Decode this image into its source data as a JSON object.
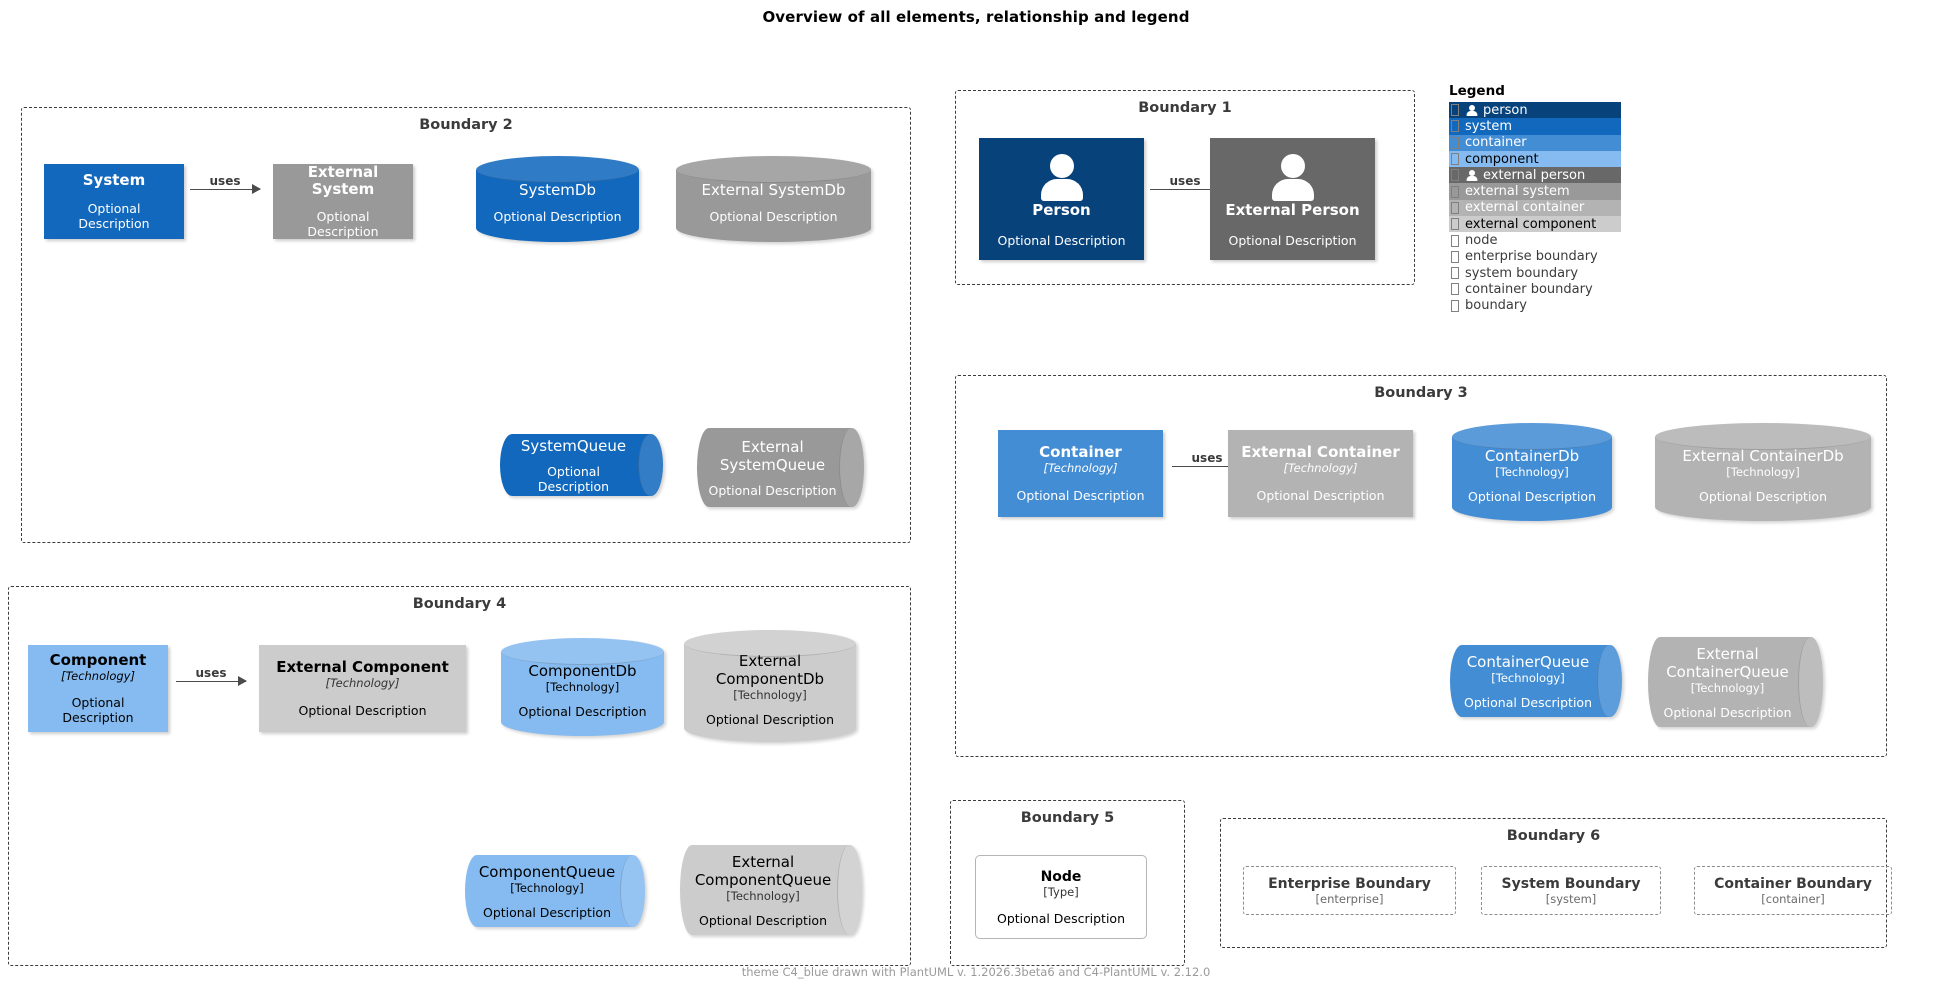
{
  "title": "Overview of all elements, relationship and legend",
  "footer": "theme C4_blue drawn with PlantUML v. 1.2026.3beta6 and C4-PlantUML v. 2.12.0",
  "labels": {
    "optional_description": "Optional Description",
    "technology": "[Technology]",
    "type": "[Type]",
    "uses": "uses"
  },
  "colors": {
    "person": "#08427b",
    "system": "#1168bd",
    "container": "#438dd5",
    "component": "#85bbf0",
    "external_person": "#686868",
    "external_system": "#999999",
    "external_container": "#b3b3b3",
    "external_component": "#cccccc",
    "boundary_line": "#3b3b3b",
    "relationship": "#4b4b4b",
    "footer_text": "#9a9a9a"
  },
  "boundaries": {
    "b1": {
      "title": "Boundary 1"
    },
    "b2": {
      "title": "Boundary 2"
    },
    "b3": {
      "title": "Boundary 3"
    },
    "b4": {
      "title": "Boundary 4"
    },
    "b5": {
      "title": "Boundary 5"
    },
    "b6": {
      "title": "Boundary 6"
    }
  },
  "elements": {
    "person": {
      "name": "Person",
      "desc": "Optional Description"
    },
    "external_person": {
      "name": "External Person",
      "desc": "Optional Description"
    },
    "system": {
      "name": "System",
      "desc": "Optional Description"
    },
    "external_system": {
      "name": "External System",
      "desc": "Optional Description"
    },
    "system_db": {
      "name": "SystemDb",
      "desc": "Optional Description"
    },
    "external_system_db": {
      "name": "External SystemDb",
      "desc": "Optional Description"
    },
    "system_queue": {
      "name": "SystemQueue",
      "desc": "Optional Description"
    },
    "external_system_queue": {
      "name": "External\nSystemQueue",
      "desc": "Optional Description"
    },
    "container": {
      "name": "Container",
      "tech": "[Technology]",
      "desc": "Optional Description"
    },
    "external_container": {
      "name": "External Container",
      "tech": "[Technology]",
      "desc": "Optional Description"
    },
    "container_db": {
      "name": "ContainerDb",
      "tech": "[Technology]",
      "desc": "Optional Description"
    },
    "external_container_db": {
      "name": "External ContainerDb",
      "tech": "[Technology]",
      "desc": "Optional Description"
    },
    "container_queue": {
      "name": "ContainerQueue",
      "tech": "[Technology]",
      "desc": "Optional Description"
    },
    "external_container_queue": {
      "name": "External\nContainerQueue",
      "tech": "[Technology]",
      "desc": "Optional Description"
    },
    "component": {
      "name": "Component",
      "tech": "[Technology]",
      "desc": "Optional Description"
    },
    "external_component": {
      "name": "External Component",
      "tech": "[Technology]",
      "desc": "Optional Description"
    },
    "component_db": {
      "name": "ComponentDb",
      "tech": "[Technology]",
      "desc": "Optional Description"
    },
    "external_component_db": {
      "name": "External\nComponentDb",
      "tech": "[Technology]",
      "desc": "Optional Description"
    },
    "component_queue": {
      "name": "ComponentQueue",
      "tech": "[Technology]",
      "desc": "Optional Description"
    },
    "external_component_queue": {
      "name": "External\nComponentQueue",
      "tech": "[Technology]",
      "desc": "Optional Description"
    },
    "node": {
      "name": "Node",
      "tech": "[Type]",
      "desc": "Optional Description"
    },
    "enterprise_boundary": {
      "name": "Enterprise Boundary",
      "tech": "[enterprise]"
    },
    "system_boundary": {
      "name": "System Boundary",
      "tech": "[system]"
    },
    "container_boundary": {
      "name": "Container Boundary",
      "tech": "[container]"
    }
  },
  "relationships": [
    {
      "from": "system",
      "to": "external_system",
      "label": "uses"
    },
    {
      "from": "person",
      "to": "external_person",
      "label": "uses"
    },
    {
      "from": "container",
      "to": "external_container",
      "label": "uses"
    },
    {
      "from": "component",
      "to": "external_component",
      "label": "uses"
    }
  ],
  "legend": {
    "title": "Legend",
    "items": [
      {
        "label": "person",
        "swatch": "#08427b",
        "text_color": "#ffffff",
        "icon": "person-icon"
      },
      {
        "label": "system",
        "swatch": "#1168bd",
        "text_color": "#ffffff",
        "icon": "missing-glyph-icon"
      },
      {
        "label": "container",
        "swatch": "#438dd5",
        "text_color": "#ffffff",
        "icon": "missing-glyph-icon"
      },
      {
        "label": "component",
        "swatch": "#85bbf0",
        "text_color": "#000000",
        "icon": "missing-glyph-icon"
      },
      {
        "label": "external person",
        "swatch": "#686868",
        "text_color": "#ffffff",
        "icon": "person-icon"
      },
      {
        "label": "external system",
        "swatch": "#999999",
        "text_color": "#ffffff",
        "icon": "missing-glyph-icon"
      },
      {
        "label": "external container",
        "swatch": "#b3b3b3",
        "text_color": "#ffffff",
        "icon": "missing-glyph-icon"
      },
      {
        "label": "external component",
        "swatch": "#cccccc",
        "text_color": "#000000",
        "icon": "missing-glyph-icon"
      },
      {
        "label": "node",
        "swatch": "none",
        "text_color": "#3b3b3b",
        "icon": "missing-glyph-icon"
      },
      {
        "label": "enterprise boundary",
        "swatch": "none",
        "text_color": "#3b3b3b",
        "icon": "missing-glyph-icon"
      },
      {
        "label": "system boundary",
        "swatch": "none",
        "text_color": "#3b3b3b",
        "icon": "missing-glyph-icon"
      },
      {
        "label": "container boundary",
        "swatch": "none",
        "text_color": "#3b3b3b",
        "icon": "missing-glyph-icon"
      },
      {
        "label": "boundary",
        "swatch": "none",
        "text_color": "#3b3b3b",
        "icon": "missing-glyph-icon"
      }
    ]
  }
}
